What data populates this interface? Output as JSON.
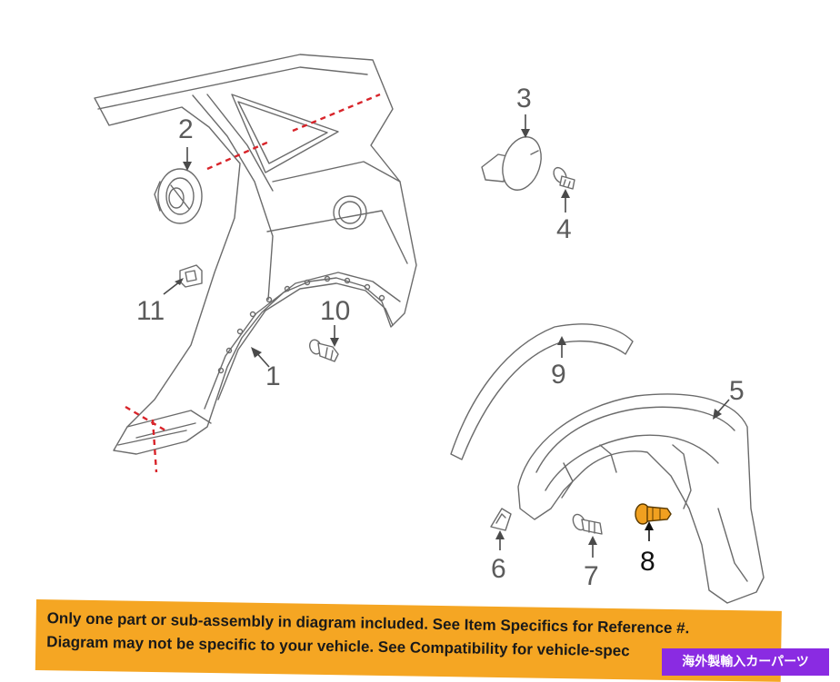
{
  "callouts": {
    "c1": "1",
    "c2": "2",
    "c3": "3",
    "c4": "4",
    "c5": "5",
    "c6": "6",
    "c7": "7",
    "c8": "8",
    "c9": "9",
    "c10": "10",
    "c11": "11"
  },
  "banner": {
    "line1": "Only one part or sub-assembly in diagram included. See Item Specifics for Reference #.",
    "line2": "Diagram may not be specific to your vehicle. See Compatibility for vehicle-spec"
  },
  "badge": {
    "label": "海外製輸入カーパーツ"
  },
  "colors": {
    "highlight_part": "#f0a020",
    "banner": "#f5a623",
    "badge": "#8a2be2",
    "cut_line": "#d8242a"
  }
}
